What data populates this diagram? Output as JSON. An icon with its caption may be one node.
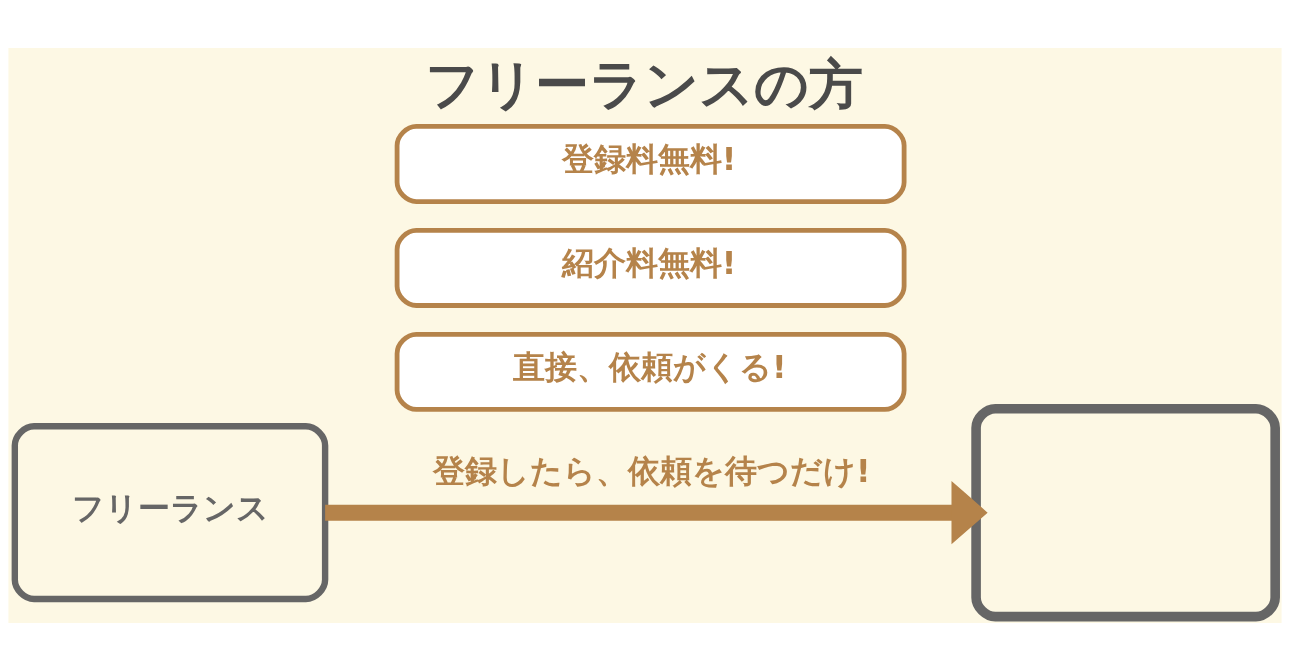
{
  "diagram": {
    "title": "フリーランスの方",
    "nodes": [
      {
        "text": [
          "フリーランス"
        ]
      },
      {
        "text": [],
        "shape": "box"
      },
      {
        "text": [
          "登録料無料!"
        ]
      },
      {
        "text": [
          "紹介料無料!"
        ]
      },
      {
        "text": [
          "直接、依頼がくる!"
        ]
      }
    ],
    "edges": [
      {
        "from": 0,
        "to": 1,
        "arrow": "to",
        "label": "登録したら、依頼を待つだけ!"
      }
    ]
  }
}
